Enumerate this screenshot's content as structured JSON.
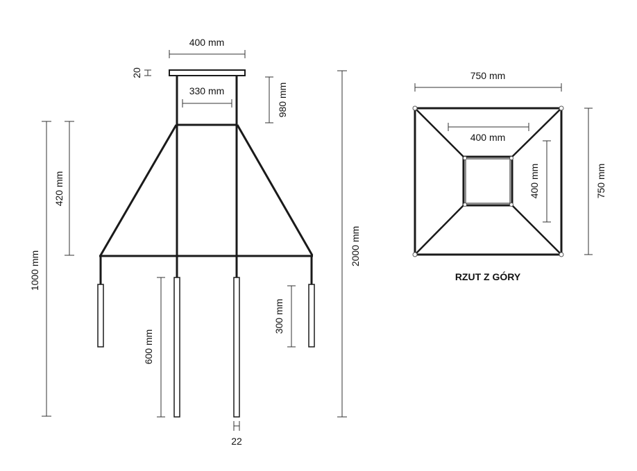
{
  "side_view": {
    "canopy_width": "400 mm",
    "canopy_height": "20",
    "inner_width": "330 mm",
    "upper_drop": "980 mm",
    "frame_height": "420 mm",
    "total_drop_left": "1000 mm",
    "long_tube_length": "600 mm",
    "short_tube_length": "300 mm",
    "total_height": "2000 mm",
    "tube_diameter": "22"
  },
  "top_view": {
    "title": "RZUT Z GÓRY",
    "outer_width": "750 mm",
    "outer_depth": "750 mm",
    "inner_width": "400 mm",
    "inner_depth": "400 mm"
  }
}
